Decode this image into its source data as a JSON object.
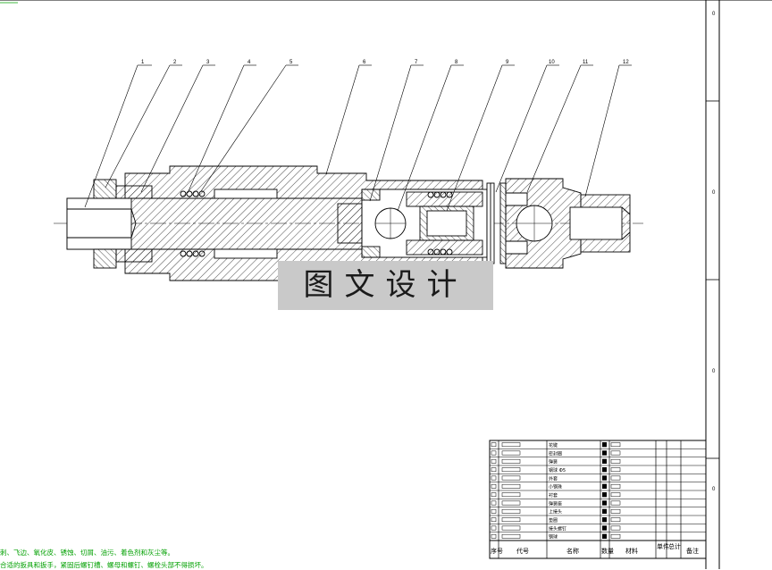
{
  "balloons": [
    "1",
    "2",
    "3",
    "4",
    "5",
    "6",
    "7",
    "8",
    "9",
    "10",
    "11",
    "12"
  ],
  "watermark": "图文设计",
  "notes": [
    "刺、飞边、氧化皮、锈蚀、切屑、油污、着色剂和灰尘等。",
    "合适的扳具和扳手，紧固后螺钉槽、螺母和螺钉、螺栓头部不得损坏。"
  ],
  "parts_list": {
    "names": [
      "花键",
      "密封圈",
      "弹簧",
      "钢球 Ф5",
      "外套",
      "小钢珠",
      "衬套",
      "弹簧座",
      "上接头",
      "垫圈",
      "接头螺钉",
      "钢球"
    ],
    "header": {
      "seq": "序号",
      "code": "代号",
      "name": "名称",
      "qty": "数量",
      "material": "材料",
      "single": "单件",
      "total": "总计",
      "remark": "备注"
    }
  },
  "zone_marks": [
    "0",
    "0",
    "0",
    "0"
  ]
}
